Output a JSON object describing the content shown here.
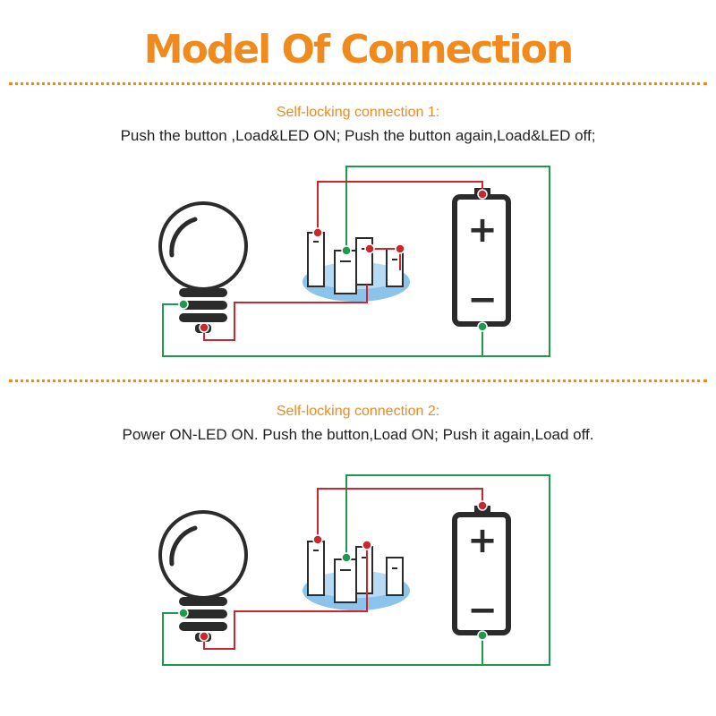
{
  "title": "Model Of Connection",
  "sections": [
    {
      "subtitle": "Self-locking connection 1:",
      "description": "Push the button ,Load&LED ON; Push the button again,Load&LED off;"
    },
    {
      "subtitle": "Self-locking connection 2:",
      "description": "Power ON-LED ON.  Push the button,Load ON;  Push it again,Load off."
    }
  ],
  "battery": {
    "plus_sign": "+",
    "minus_sign": "−"
  },
  "colors": {
    "accent": "#f08a1c",
    "wire_red": "#c8282e",
    "wire_green": "#1f9a4c",
    "outline": "#2b2b2b",
    "switch_base": "#8cc3ea"
  }
}
